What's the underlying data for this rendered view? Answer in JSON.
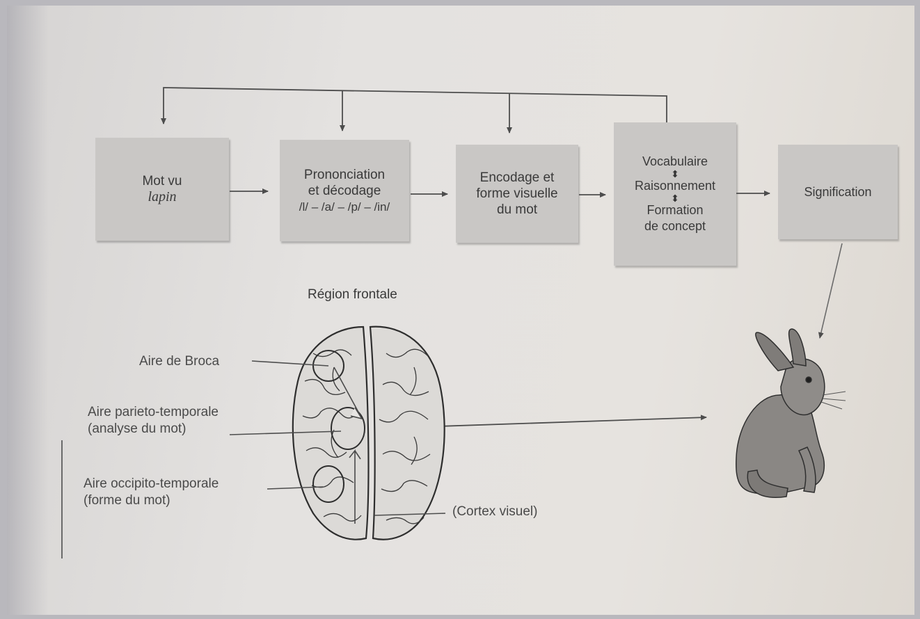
{
  "flow_boxes": [
    {
      "line1": "Mot vu",
      "line2": "lapin"
    },
    {
      "line1": "Prononciation",
      "line2": "et décodage",
      "line3": "/l/ – /a/ – /p/ – /in/"
    },
    {
      "line1": "Encodage et",
      "line2": "forme visuelle",
      "line3": "du mot"
    },
    {
      "vocab": "Vocabulaire",
      "raison": "Raisonnement",
      "formation1": "Formation",
      "formation2": "de concept",
      "connector": "⬍"
    },
    {
      "line1": "Signification"
    }
  ],
  "frontal_region": "Région frontale",
  "brain_labels": {
    "broca": "Aire de Broca",
    "parieto_1": "Aire parieto-temporale",
    "parieto_2": "(analyse du mot)",
    "occipito_1": "Aire occipito-temporale",
    "occipito_2": "(forme du mot)",
    "cortex": "(Cortex visuel)"
  },
  "colors": {
    "box": "#c9c7c5",
    "ink": "#3a3a3a",
    "line": "#4d4d4d"
  }
}
